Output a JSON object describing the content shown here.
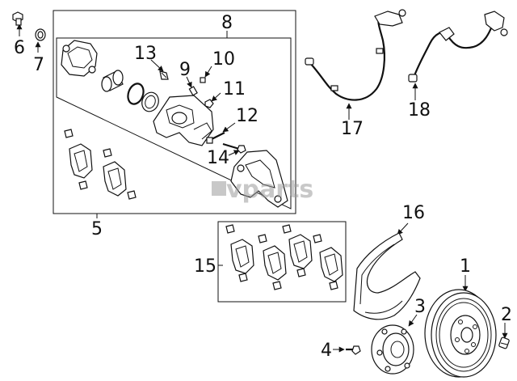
{
  "callouts": {
    "c1": "1",
    "c2": "2",
    "c3": "3",
    "c4": "4",
    "c5": "5",
    "c6": "6",
    "c7": "7",
    "c8": "8",
    "c9": "9",
    "c10": "10",
    "c11": "11",
    "c12": "12",
    "c13": "13",
    "c14": "14",
    "c15": "15",
    "c16": "16",
    "c17": "17",
    "c18": "18"
  },
  "watermark": {
    "text": "vparts"
  },
  "colors": {
    "line": "#111111",
    "background": "#ffffff",
    "watermark": "#9a9a9a"
  }
}
